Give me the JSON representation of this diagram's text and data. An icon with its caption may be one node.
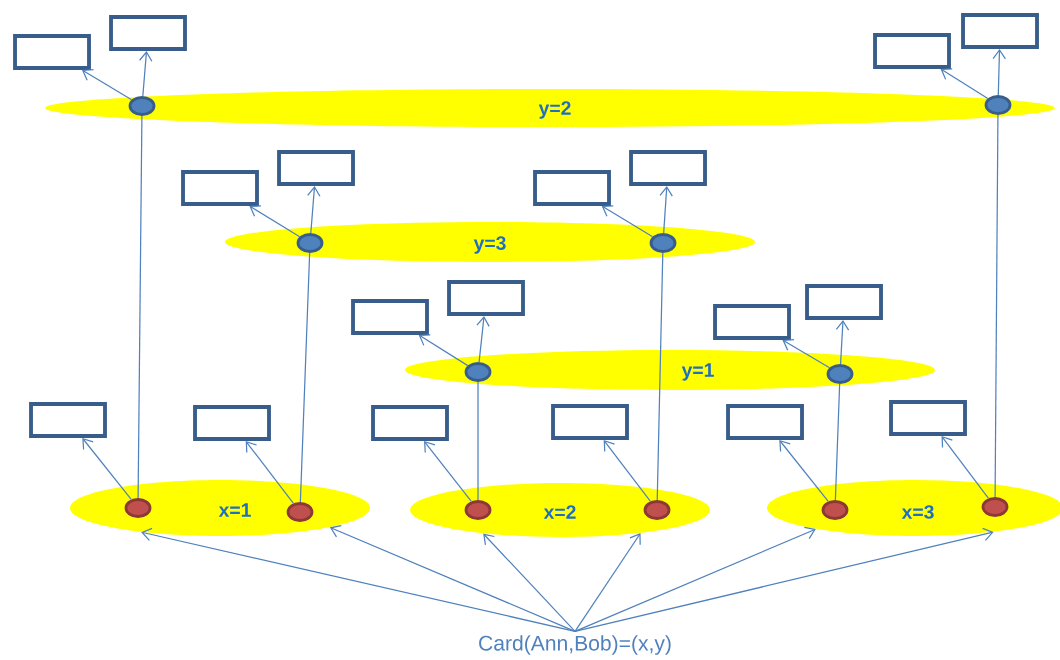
{
  "diagram": {
    "nodes": [
      {
        "text": [
          "y=2"
        ]
      },
      {
        "text": [],
        "shape": "circle",
        "in": 0
      },
      {
        "text": [],
        "shape": "circle",
        "in": 0
      },
      {
        "text": [],
        "shape": "box"
      },
      {
        "text": [],
        "shape": "box"
      },
      {
        "text": [],
        "shape": "box"
      },
      {
        "text": [],
        "shape": "box"
      },
      {
        "text": [
          "y=3"
        ]
      },
      {
        "text": [],
        "shape": "circle",
        "in": 7
      },
      {
        "text": [],
        "shape": "circle",
        "in": 7
      },
      {
        "text": [],
        "shape": "box"
      },
      {
        "text": [],
        "shape": "box"
      },
      {
        "text": [],
        "shape": "box"
      },
      {
        "text": [],
        "shape": "box"
      },
      {
        "text": [
          "y=1"
        ]
      },
      {
        "text": [],
        "shape": "circle",
        "in": 14
      },
      {
        "text": [],
        "shape": "circle",
        "in": 14
      },
      {
        "text": [],
        "shape": "box"
      },
      {
        "text": [],
        "shape": "box"
      },
      {
        "text": [],
        "shape": "box"
      },
      {
        "text": [],
        "shape": "box"
      },
      {
        "text": [
          "x=1"
        ]
      },
      {
        "text": [],
        "shape": "circle",
        "in": 21
      },
      {
        "text": [],
        "shape": "circle",
        "in": 21
      },
      {
        "text": [
          "x=2"
        ]
      },
      {
        "text": [],
        "shape": "circle",
        "in": 24
      },
      {
        "text": [],
        "shape": "circle",
        "in": 24
      },
      {
        "text": [
          "x=3"
        ]
      },
      {
        "text": [],
        "shape": "circle",
        "in": 27
      },
      {
        "text": [],
        "shape": "circle",
        "in": 27
      },
      {
        "text": [],
        "shape": "box"
      },
      {
        "text": [],
        "shape": "box"
      },
      {
        "text": [],
        "shape": "box"
      },
      {
        "text": [],
        "shape": "box"
      },
      {
        "text": [],
        "shape": "box"
      },
      {
        "text": [],
        "shape": "box"
      },
      {
        "text": [
          "Card(Ann,Bob)=(x,y)"
        ]
      }
    ],
    "edges": [
      {
        "from": 1,
        "to": 3,
        "arrow": "to"
      },
      {
        "from": 1,
        "to": 4,
        "arrow": "to"
      },
      {
        "from": 2,
        "to": 5,
        "arrow": "to"
      },
      {
        "from": 2,
        "to": 6,
        "arrow": "to"
      },
      {
        "from": 8,
        "to": 10,
        "arrow": "to"
      },
      {
        "from": 8,
        "to": 11,
        "arrow": "to"
      },
      {
        "from": 9,
        "to": 12,
        "arrow": "to"
      },
      {
        "from": 9,
        "to": 13,
        "arrow": "to"
      },
      {
        "from": 15,
        "to": 17,
        "arrow": "to"
      },
      {
        "from": 15,
        "to": 18,
        "arrow": "to"
      },
      {
        "from": 16,
        "to": 19,
        "arrow": "to"
      },
      {
        "from": 16,
        "to": 20,
        "arrow": "to"
      },
      {
        "from": 22,
        "to": 30,
        "arrow": "to"
      },
      {
        "from": 23,
        "to": 31,
        "arrow": "to"
      },
      {
        "from": 25,
        "to": 32,
        "arrow": "to"
      },
      {
        "from": 26,
        "to": 33,
        "arrow": "to"
      },
      {
        "from": 28,
        "to": 34,
        "arrow": "to"
      },
      {
        "from": 29,
        "to": 35,
        "arrow": "to"
      },
      {
        "from": 22,
        "to": 1,
        "arrow": "none"
      },
      {
        "from": 23,
        "to": 8,
        "arrow": "none"
      },
      {
        "from": 25,
        "to": 15,
        "arrow": "none"
      },
      {
        "from": 26,
        "to": 9,
        "arrow": "none"
      },
      {
        "from": 28,
        "to": 16,
        "arrow": "none"
      },
      {
        "from": 29,
        "to": 2,
        "arrow": "none"
      },
      {
        "from": 36,
        "to": 21,
        "arrow": "to"
      },
      {
        "from": 36,
        "to": 21,
        "arrow": "to"
      },
      {
        "from": 36,
        "to": 24,
        "arrow": "to"
      },
      {
        "from": 36,
        "to": 24,
        "arrow": "to"
      },
      {
        "from": 36,
        "to": 27,
        "arrow": "to"
      },
      {
        "from": 36,
        "to": 27,
        "arrow": "to"
      }
    ]
  }
}
